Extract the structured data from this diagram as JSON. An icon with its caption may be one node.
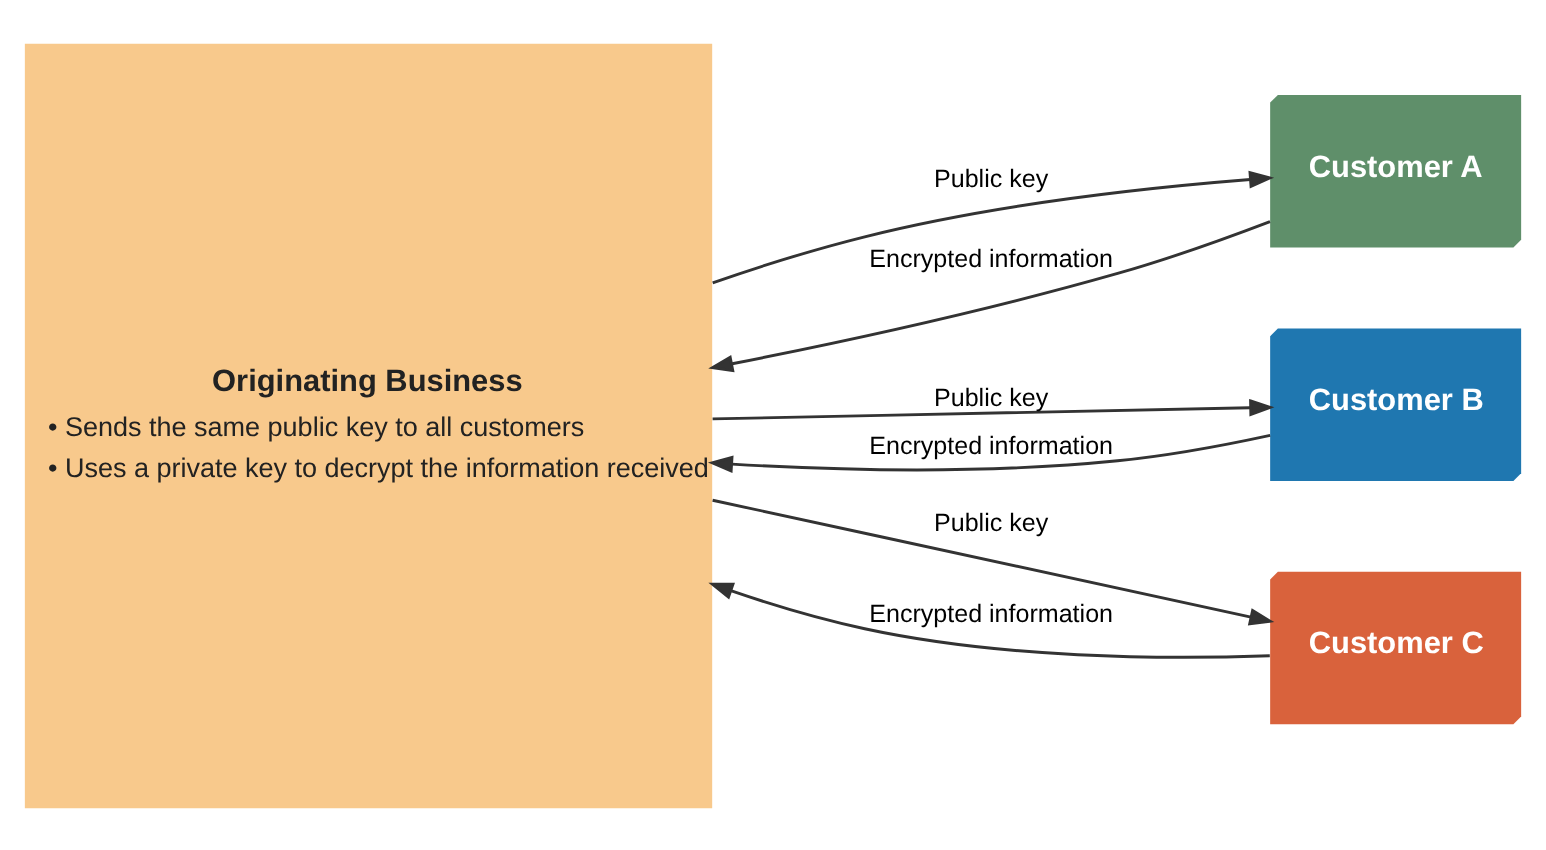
{
  "diagram": {
    "nodes": [
      {
        "text": [
          "Originating Business",
          "• Sends the same public key to all customers",
          "• Uses a private key to decrypt the information received"
        ]
      },
      {
        "text": [
          "Customer A"
        ]
      },
      {
        "text": [
          "Customer B"
        ]
      },
      {
        "text": [
          "Customer C"
        ]
      }
    ],
    "edges": [
      {
        "from": 0,
        "to": 1,
        "arrow": "to",
        "label": "Public key"
      },
      {
        "from": 1,
        "to": 0,
        "arrow": "to",
        "label": "Encrypted information"
      },
      {
        "from": 0,
        "to": 2,
        "arrow": "to",
        "label": "Public key"
      },
      {
        "from": 2,
        "to": 0,
        "arrow": "to",
        "label": "Encrypted information"
      },
      {
        "from": 0,
        "to": 3,
        "arrow": "to",
        "label": "Public key"
      },
      {
        "from": 3,
        "to": 0,
        "arrow": "to",
        "label": "Encrypted information"
      }
    ]
  }
}
